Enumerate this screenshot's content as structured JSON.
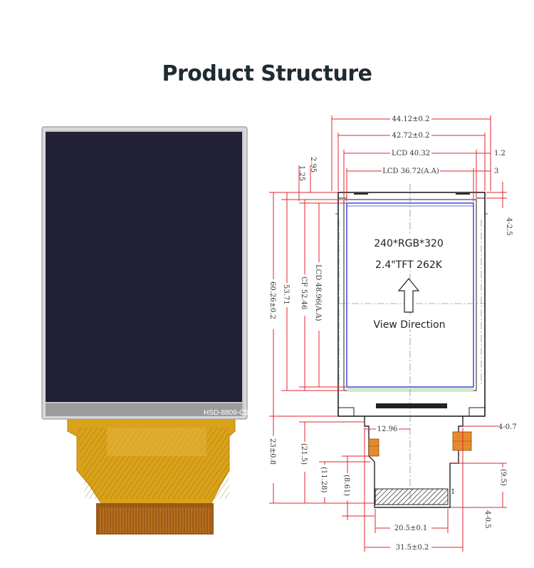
{
  "title": "Product Structure",
  "photo": {
    "panel_label": "HSD-8809-C5"
  },
  "drawing": {
    "resolution": "240*RGB*320",
    "model": "2.4\"TFT 262K",
    "view_direction": "View Direction",
    "dims": {
      "overall_width": "44.12±0.2",
      "width_2": "42.72±0.2",
      "lcd_width": "LCD 40.32",
      "lcd_aa_width": "LCD 36.72(A.A)",
      "right_1": "1.2",
      "right_2": "3",
      "top_left_1": "1.25",
      "top_left_2": "2.95",
      "right_top": "4-2.5",
      "overall_height": "60.26±0.2",
      "height_2": "53.71",
      "cf_height": "CF 52.46",
      "lcd_aa_height": "LCD 48.96(A.A)",
      "fpc_length": "23±0.8",
      "fpc_21_5": "(21.5)",
      "fpc_11_28": "(11.28)",
      "fpc_8_61": "(8.61)",
      "fpc_12_96": "12.96",
      "fpc_4_07": "4-0.7",
      "fpc_9_5": "(9.5)",
      "fpc_4_05": "4-0.5",
      "fpc_20_5": "20.5±0.1",
      "fpc_31_5": "31.5±0.2",
      "pin_1": "1"
    }
  }
}
